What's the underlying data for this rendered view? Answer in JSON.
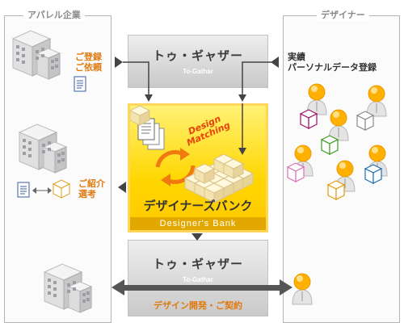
{
  "apparel": {
    "label": "アパレル企業"
  },
  "designer": {
    "label": "デザイナー"
  },
  "flow": {
    "registration": [
      "ご登録",
      "ご依頼"
    ],
    "referral": [
      "ご紹介",
      "選考"
    ],
    "achievements": [
      "実績",
      "パーソナルデータ登録"
    ],
    "development": "デザイン開発・ご契約"
  },
  "togather_top": {
    "title": "トゥ・ギャザー",
    "subtitle": "To-Gathar"
  },
  "togather_bottom": {
    "title": "トゥ・ギャザー",
    "subtitle": "To-Gathar"
  },
  "bank": {
    "title": "デザイナーズバンク",
    "subtitle": "Designer's Bank",
    "matching": [
      "Design",
      "Matching"
    ]
  },
  "colors": {
    "orange_text": "#e07a10",
    "yellow_fill": "#ffd600",
    "arrow_gray": "#555555",
    "cube_outlines": [
      "#a0106a",
      "#3e9b1e",
      "#8a8a8a",
      "#e06fb8",
      "#e09a10",
      "#1e6eb4"
    ]
  }
}
